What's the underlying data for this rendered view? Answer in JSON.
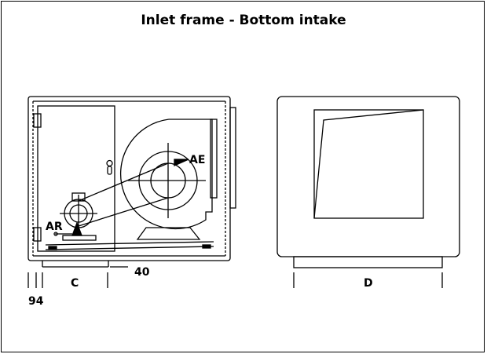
{
  "title": "Inlet frame - Bottom intake",
  "labels": {
    "ae": "AE",
    "ar": "AR",
    "c": "C",
    "d": "D",
    "dim_40": "40",
    "dim_94": "94"
  }
}
